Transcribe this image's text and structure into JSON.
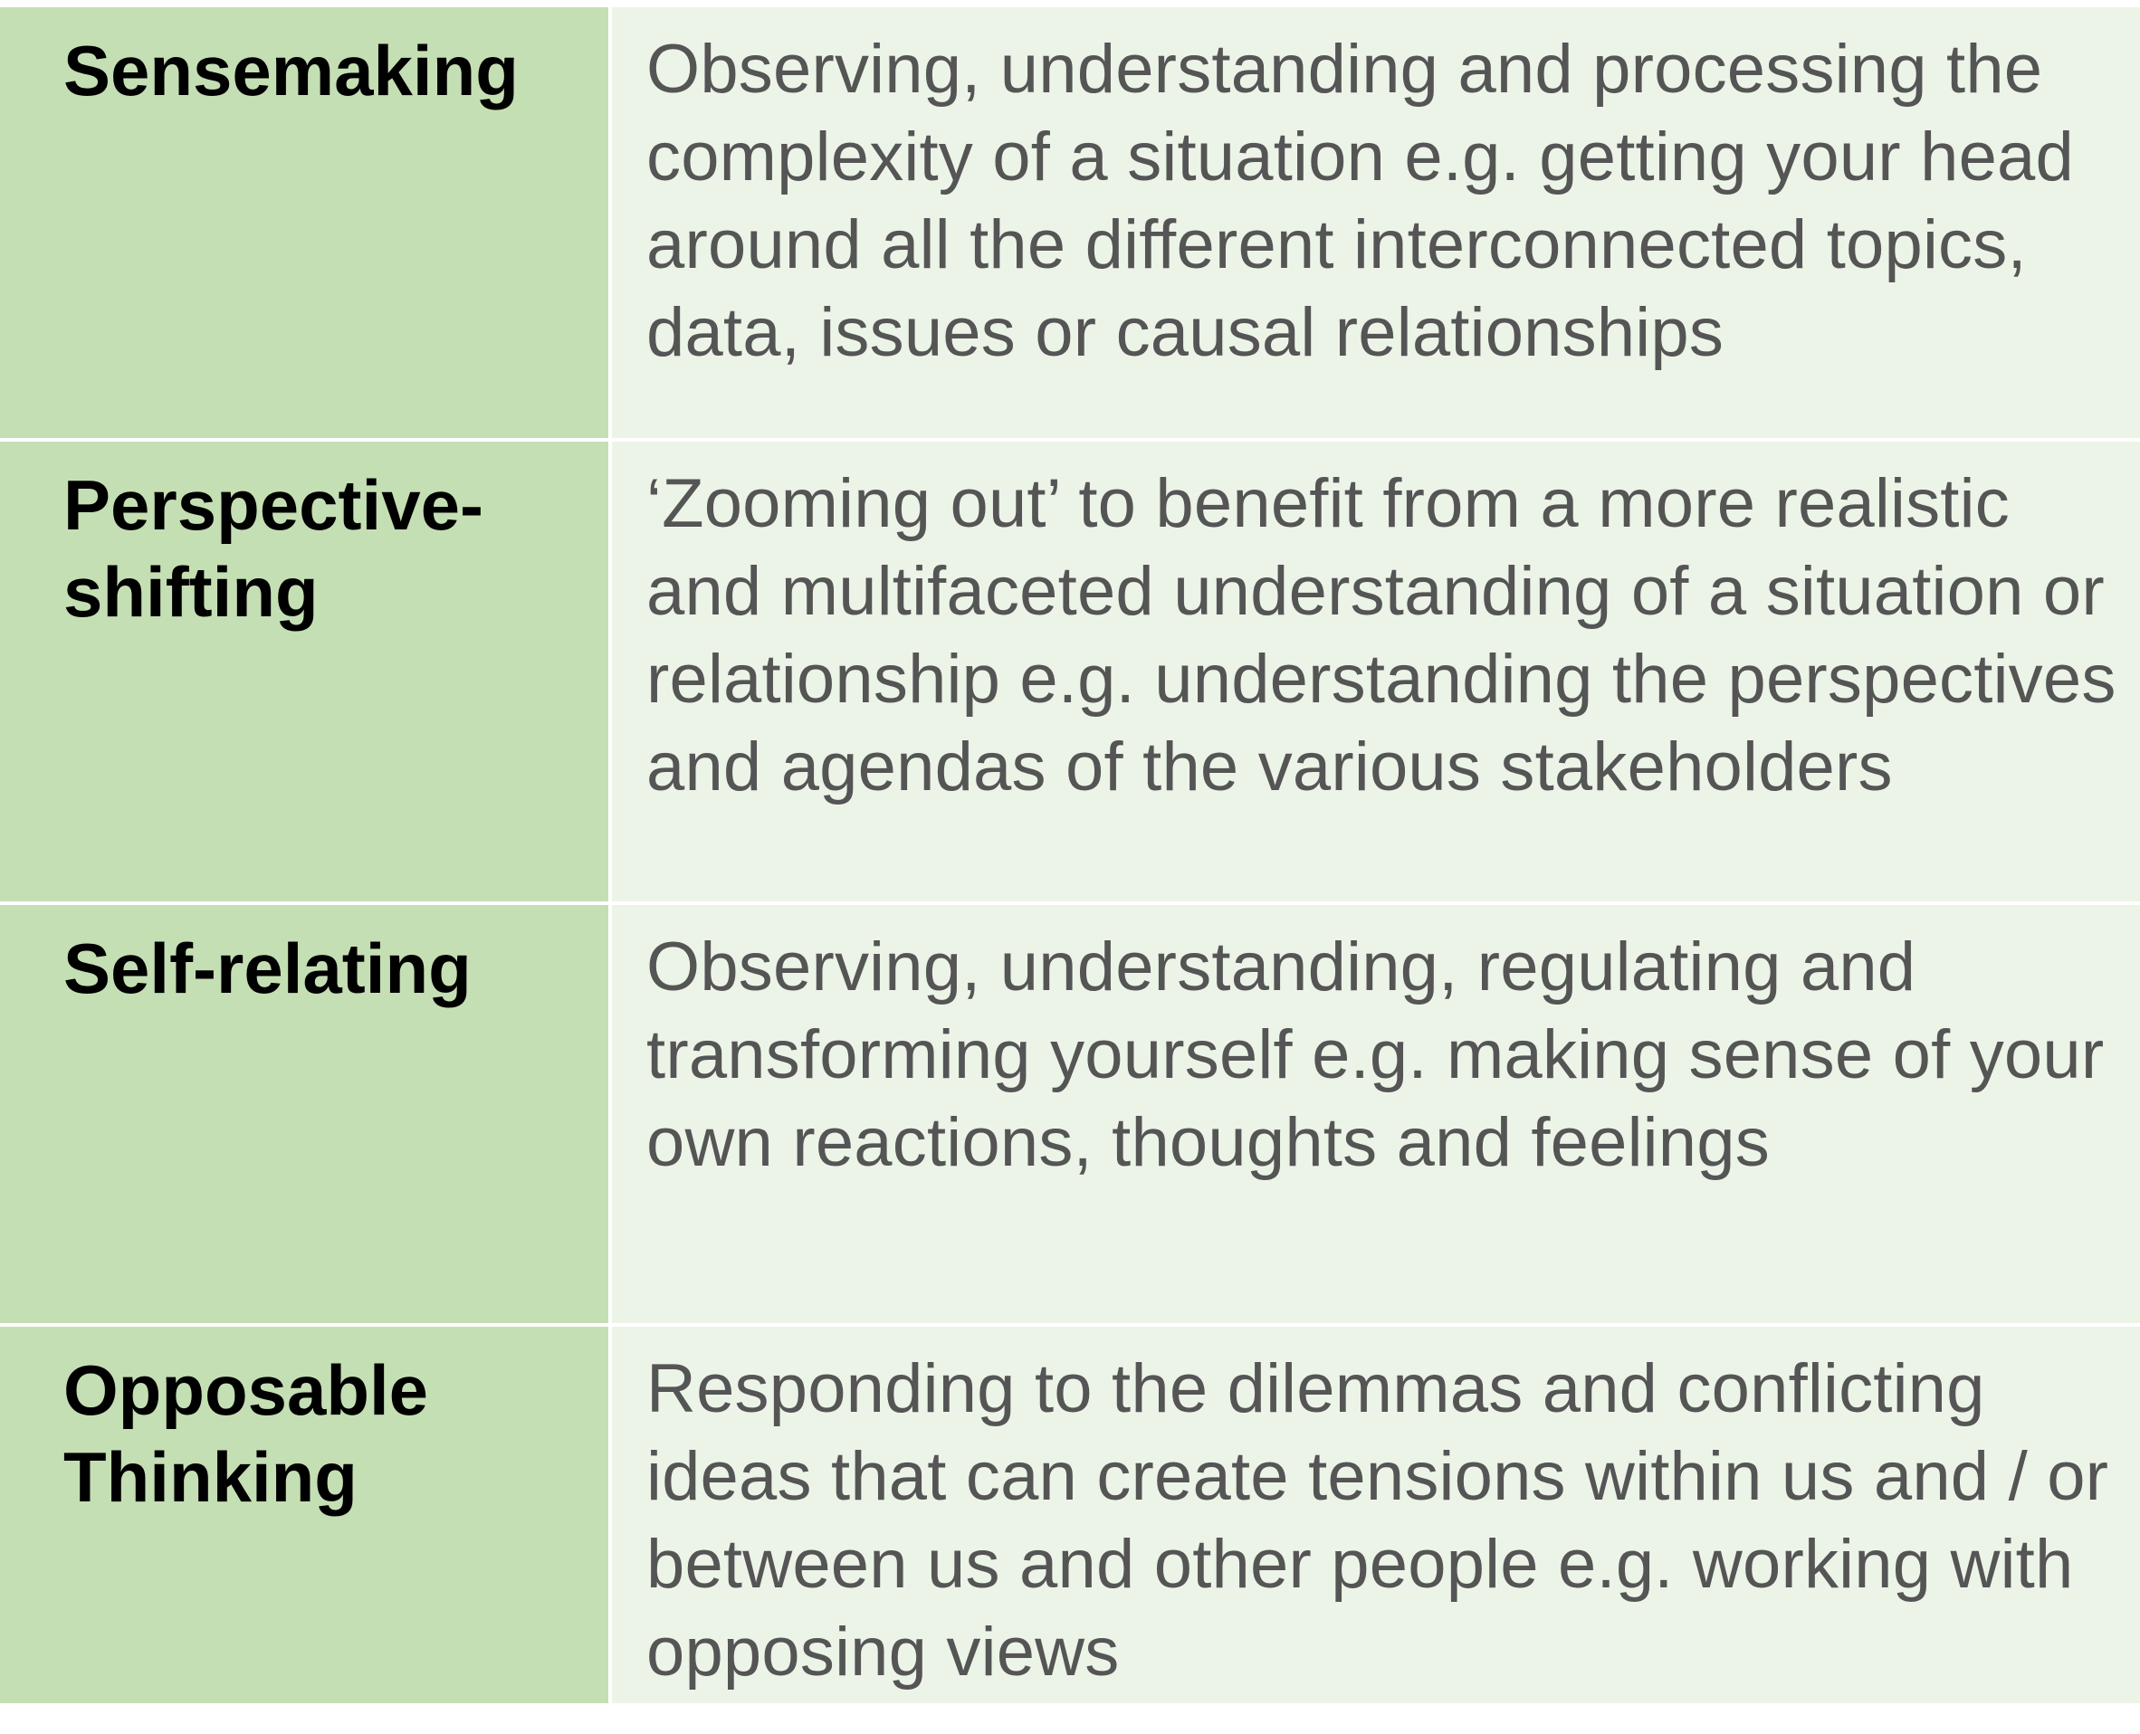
{
  "rows": [
    {
      "term": "Sensemaking",
      "description": "Observing, understanding and processing the complexity of a situation e.g. getting your head around all the different interconnected topics, data, issues or causal relationships"
    },
    {
      "term": "Perspective-shifting",
      "description": "‘Zooming out’ to benefit from a more realistic and multifaceted understanding of a situation or relationship e.g. understanding the perspectives and agendas of the various stakeholders"
    },
    {
      "term": "Self-relating",
      "description": "Observing, understanding, regulating and transforming yourself e.g. making sense of your own reactions, thoughts and feelings"
    },
    {
      "term": "Opposable Thinking",
      "description": "Responding to the dilemmas and conflicting ideas that can create tensions within us and / or between us and other people e.g. working with opposing views"
    }
  ],
  "colors": {
    "term_background": "#c5dfb4",
    "description_background": "#ecf4e8",
    "term_text": "#000000",
    "description_text": "#555555"
  }
}
